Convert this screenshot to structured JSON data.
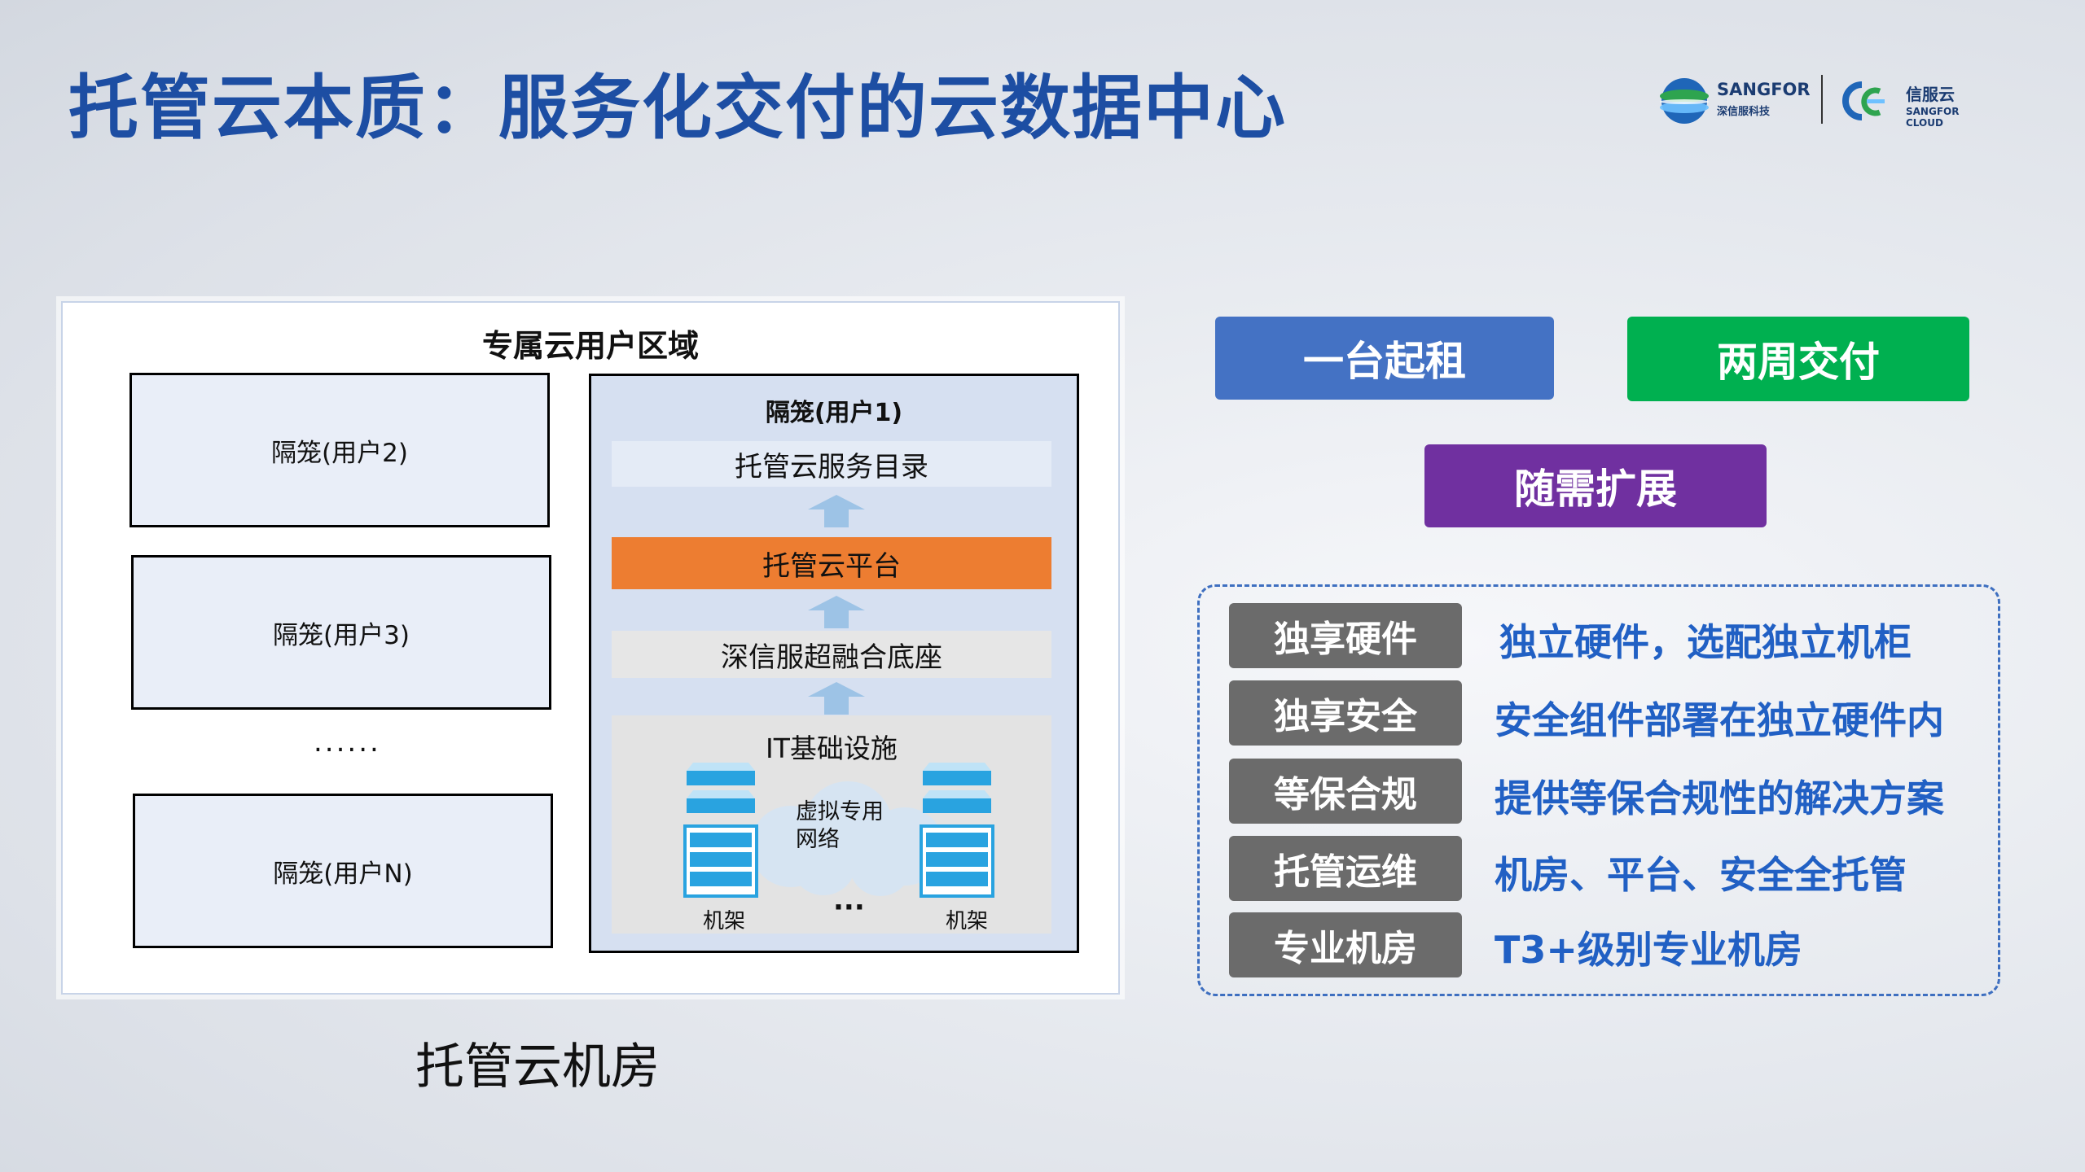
{
  "title": "托管云本质：服务化交付的云数据中心",
  "logo": {
    "brand1_name": "SANGFOR",
    "brand1_sub": "深信服科技",
    "brand2_name": "信服云",
    "brand2_sub": "SANGFOR CLOUD"
  },
  "diagram": {
    "outer_title": "专属云用户区域",
    "cages": [
      "隔笼(用户2)",
      "隔笼(用户3)",
      "隔笼(用户N)"
    ],
    "ellipsis": "......",
    "main_cage": {
      "title": "隔笼(用户1)",
      "layers": [
        "托管云服务目录",
        "托管云平台",
        "深信服超融合底座"
      ],
      "it": {
        "title": "IT基础设施",
        "network": [
          "虚拟专用",
          "网络"
        ],
        "rack_label_left": "机架",
        "rack_label_right": "机架",
        "dots": "···"
      }
    },
    "caption": "托管云机房"
  },
  "tags": [
    {
      "label": "一台起租",
      "color": "#4472c4"
    },
    {
      "label": "两周交付",
      "color": "#00b050"
    },
    {
      "label": "随需扩展",
      "color": "#7030a0"
    }
  ],
  "features": [
    {
      "label": "独享硬件",
      "desc": "独立硬件，选配独立机柜"
    },
    {
      "label": "独享安全",
      "desc": "安全组件部署在独立硬件内"
    },
    {
      "label": "等保合规",
      "desc": "提供等保合规性的解决方案"
    },
    {
      "label": "托管运维",
      "desc": "机房、平台、安全全托管"
    },
    {
      "label": "专业机房",
      "desc": "T3+级别专业机房"
    }
  ]
}
